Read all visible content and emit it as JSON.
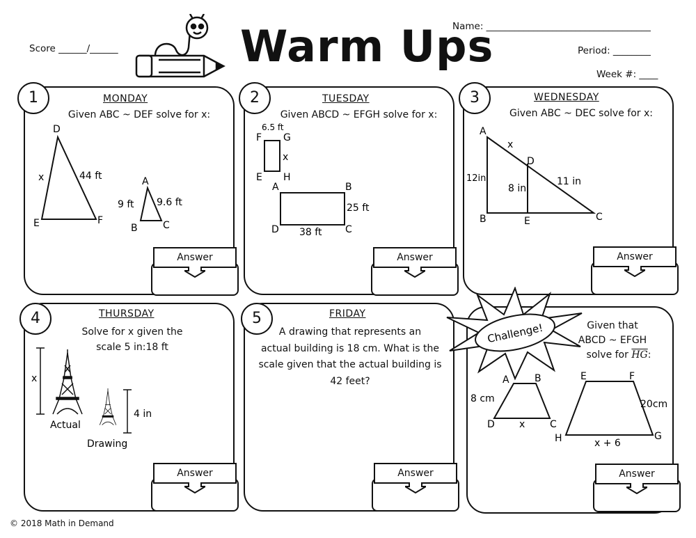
{
  "header": {
    "title": "Warm Ups",
    "score_label": "Score ______/______",
    "name_label": "Name: ___________________________________",
    "period_label": "Period: ________",
    "week_label": "Week #: ____"
  },
  "cards": [
    {
      "number": "1",
      "day": "MONDAY",
      "prompt": "Given ABC ~ DEF solve for x:",
      "labels": {
        "D": "D",
        "E": "E",
        "F": "F",
        "x": "x",
        "side": "44 ft",
        "A": "A",
        "B": "B",
        "C": "C",
        "ab": "9 ft",
        "ac": "9.6 ft"
      }
    },
    {
      "number": "2",
      "day": "TUESDAY",
      "prompt": "Given ABCD ~ EFGH solve for x:",
      "labels": {
        "top": "6.5 ft",
        "F": "F",
        "G": "G",
        "x": "x",
        "E": "E",
        "H": "H",
        "A": "A",
        "B": "B",
        "side": "25 ft",
        "D": "D",
        "bottom": "38 ft",
        "C": "C"
      }
    },
    {
      "number": "3",
      "day": "WEDNESDAY",
      "prompt": "Given ABC ~ DEC solve for x:",
      "labels": {
        "A": "A",
        "x": "x",
        "D": "D",
        "ab": "12in",
        "de": "8 in",
        "dc": "11 in",
        "B": "B",
        "E": "E",
        "C": "C"
      }
    },
    {
      "number": "4",
      "day": "THURSDAY",
      "prompt_lines": [
        "Solve for x given the",
        "scale 5 in:18 ft"
      ],
      "labels": {
        "x": "x",
        "actual": "Actual",
        "height": "4 in",
        "drawing": "Drawing"
      }
    },
    {
      "number": "5",
      "day": "FRIDAY",
      "prompt_lines": [
        "A drawing that represents an",
        "actual building is 18 cm. What is the",
        "scale given that the actual building is",
        "42 feet?"
      ]
    },
    {
      "challenge": "Challenge!",
      "prompt_lines": [
        "Given that",
        "ABCD ~ EFGH",
        "solve for"
      ],
      "target": "HG",
      "labels": {
        "A": "A",
        "B": "B",
        "ad": "8 cm",
        "D": "D",
        "x": "x",
        "C": "C",
        "E": "E",
        "F": "F",
        "fg": "20cm",
        "H": "H",
        "hg": "x + 6",
        "G": "G"
      }
    }
  ],
  "answer_label": "Answer",
  "footer": "© 2018 Math in Demand",
  "icons": [
    "worm-on-pencil-icon",
    "eiffel-tower-icon",
    "down-arrow-icon",
    "starburst-icon"
  ]
}
